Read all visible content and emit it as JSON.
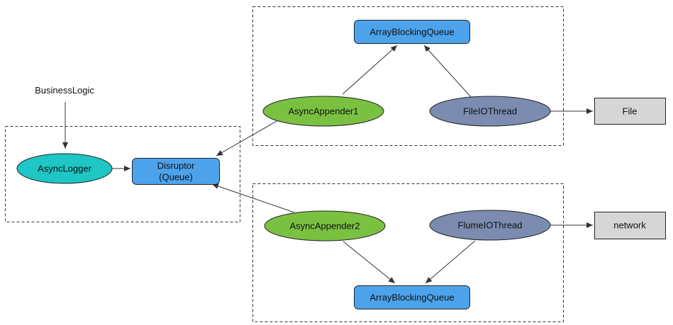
{
  "labels": {
    "business_logic": "BusinessLogic",
    "async_logger": "AsyncLogger",
    "disruptor_line1": "Disruptor",
    "disruptor_line2": "(Queue)",
    "queue_top": "ArrayBlockingQueue",
    "queue_bottom": "ArrayBlockingQueue",
    "async_appender1": "AsyncAppender1",
    "async_appender2": "AsyncAppender2",
    "file_io_thread": "FileIOThread",
    "flume_io_thread": "FlumeIOThread",
    "file": "File",
    "network": "network"
  },
  "colors": {
    "teal_node": "#1fc6c6",
    "green_node": "#7ac142",
    "slate_node": "#7b8cb0",
    "blue_box": "#4ca3ec",
    "gray_box": "#d6d6d6",
    "stroke": "#222222",
    "arrow": "#333333"
  }
}
